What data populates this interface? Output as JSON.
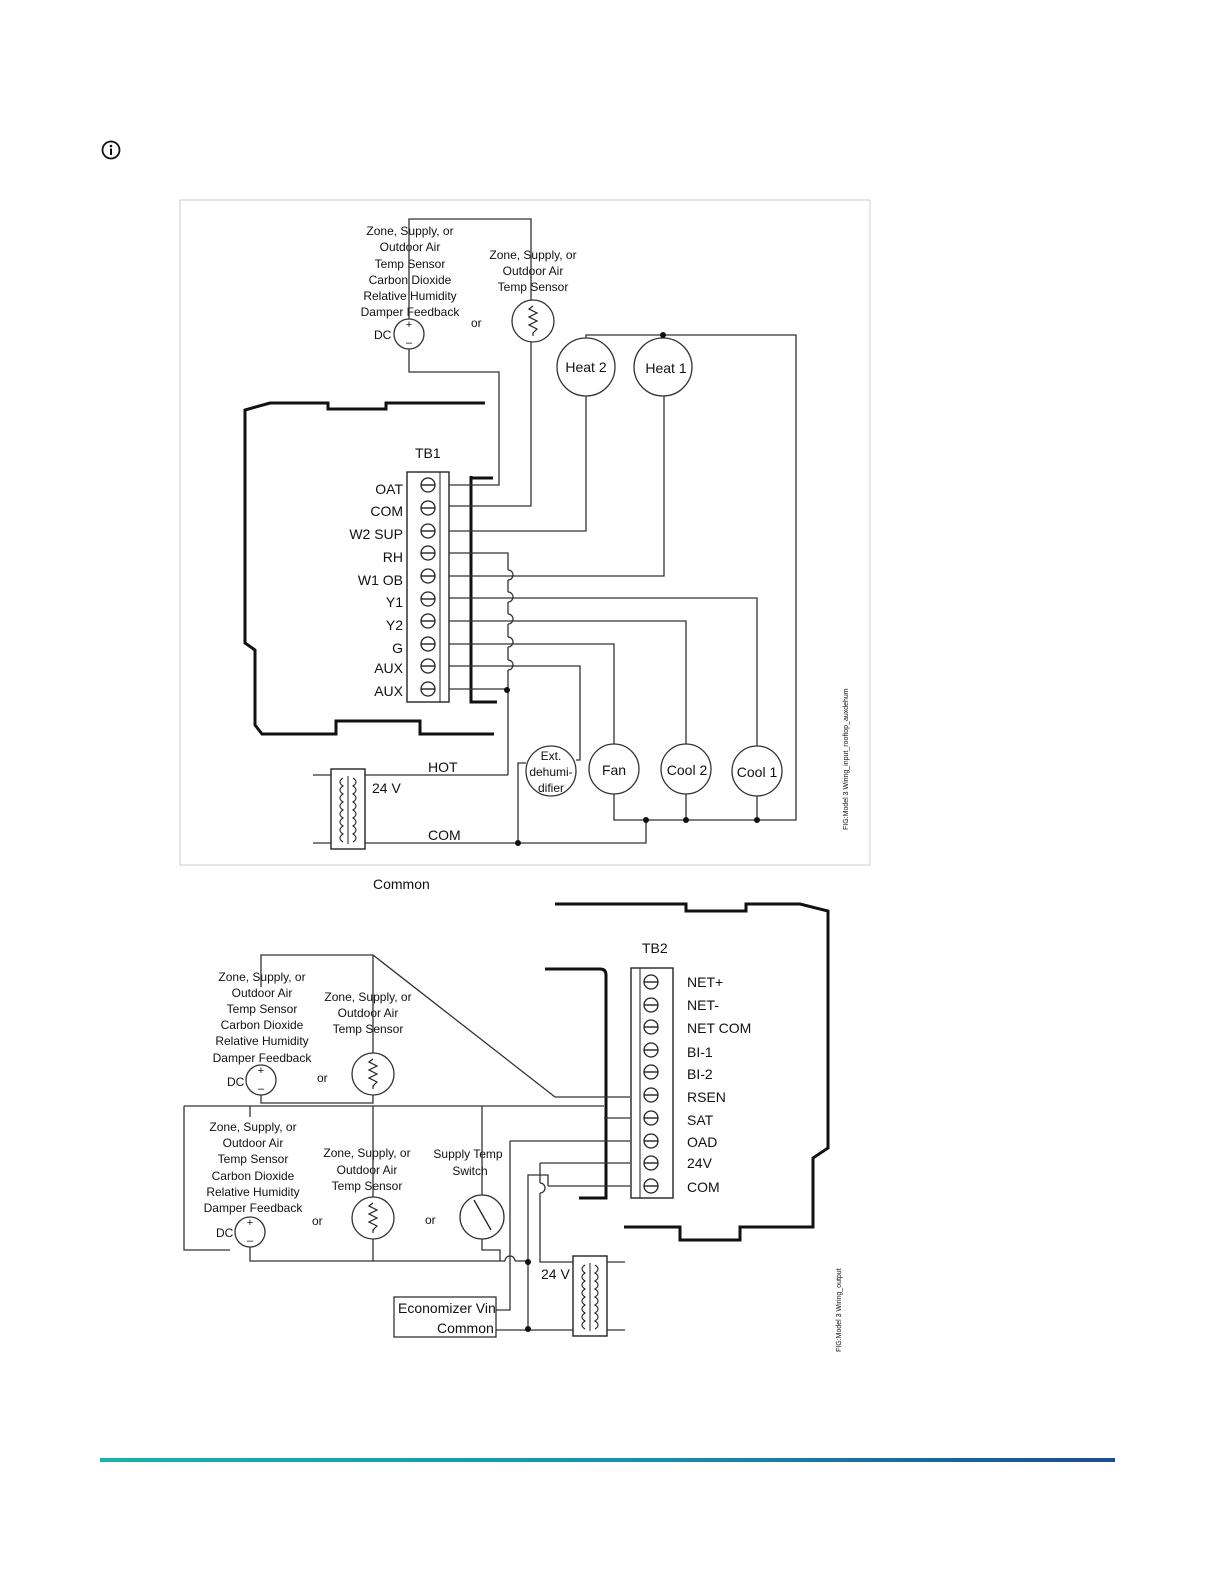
{
  "page": {
    "info_icon": "info-circle-icon",
    "footer_color_start": "#17b3a8",
    "footer_color_end": "#1a4d8c"
  },
  "diagram_top": {
    "tb_title": "TB1",
    "terminals": [
      "OAT",
      "COM",
      "W2 SUP",
      "RH",
      "W1 OB",
      "Y1",
      "Y2",
      "G",
      "AUX",
      "AUX"
    ],
    "sensor_dc": {
      "lines": [
        "Zone, Supply, or",
        "Outdoor Air",
        "Temp Sensor",
        "Carbon Dioxide",
        "Relative Humidity",
        "Damper Feedback"
      ],
      "dc_label": "DC"
    },
    "sensor_temp": {
      "lines": [
        "Zone, Supply, or",
        "Outdoor Air",
        "Temp Sensor"
      ]
    },
    "or_label": "or",
    "loads": {
      "heat2": "Heat 2",
      "heat1": "Heat 1",
      "ext_dehum": [
        "Ext.",
        "dehumi-",
        "difier"
      ],
      "fan": "Fan",
      "cool2": "Cool 2",
      "cool1": "Cool 1"
    },
    "transformer": {
      "voltage": "24 V",
      "hot": "HOT",
      "com": "COM"
    },
    "common_label": "Common",
    "fig_id": "FIG:Model 3 Wiring_input_rooftop_auxdehum"
  },
  "diagram_bottom": {
    "tb_title": "TB2",
    "terminals": [
      "NET+",
      "NET-",
      "NET COM",
      "BI-1",
      "BI-2",
      "RSEN",
      "SAT",
      "OAD",
      "24V",
      "COM"
    ],
    "sensor_dc_top": {
      "lines": [
        "Zone, Supply, or",
        "Outdoor Air",
        "Temp Sensor",
        "Carbon Dioxide",
        "Relative Humidity",
        "Damper Feedback"
      ],
      "dc_label": "DC"
    },
    "sensor_temp_top": {
      "lines": [
        "Zone, Supply, or",
        "Outdoor Air",
        "Temp Sensor"
      ]
    },
    "sensor_dc_bottom": {
      "lines": [
        "Zone, Supply, or",
        "Outdoor Air",
        "Temp Sensor",
        "Carbon Dioxide",
        "Relative Humidity",
        "Damper Feedback"
      ],
      "dc_label": "DC"
    },
    "sensor_temp_bottom": {
      "lines": [
        "Zone, Supply, or",
        "Outdoor Air",
        "Temp Sensor"
      ]
    },
    "switch": {
      "lines": [
        "Supply Temp",
        "Switch"
      ]
    },
    "or_label": "or",
    "economizer": {
      "vin": "Economizer Vin",
      "common": "Common"
    },
    "transformer": {
      "voltage": "24 V"
    },
    "fig_id": "FIG:Model 3 Wiring_output"
  }
}
